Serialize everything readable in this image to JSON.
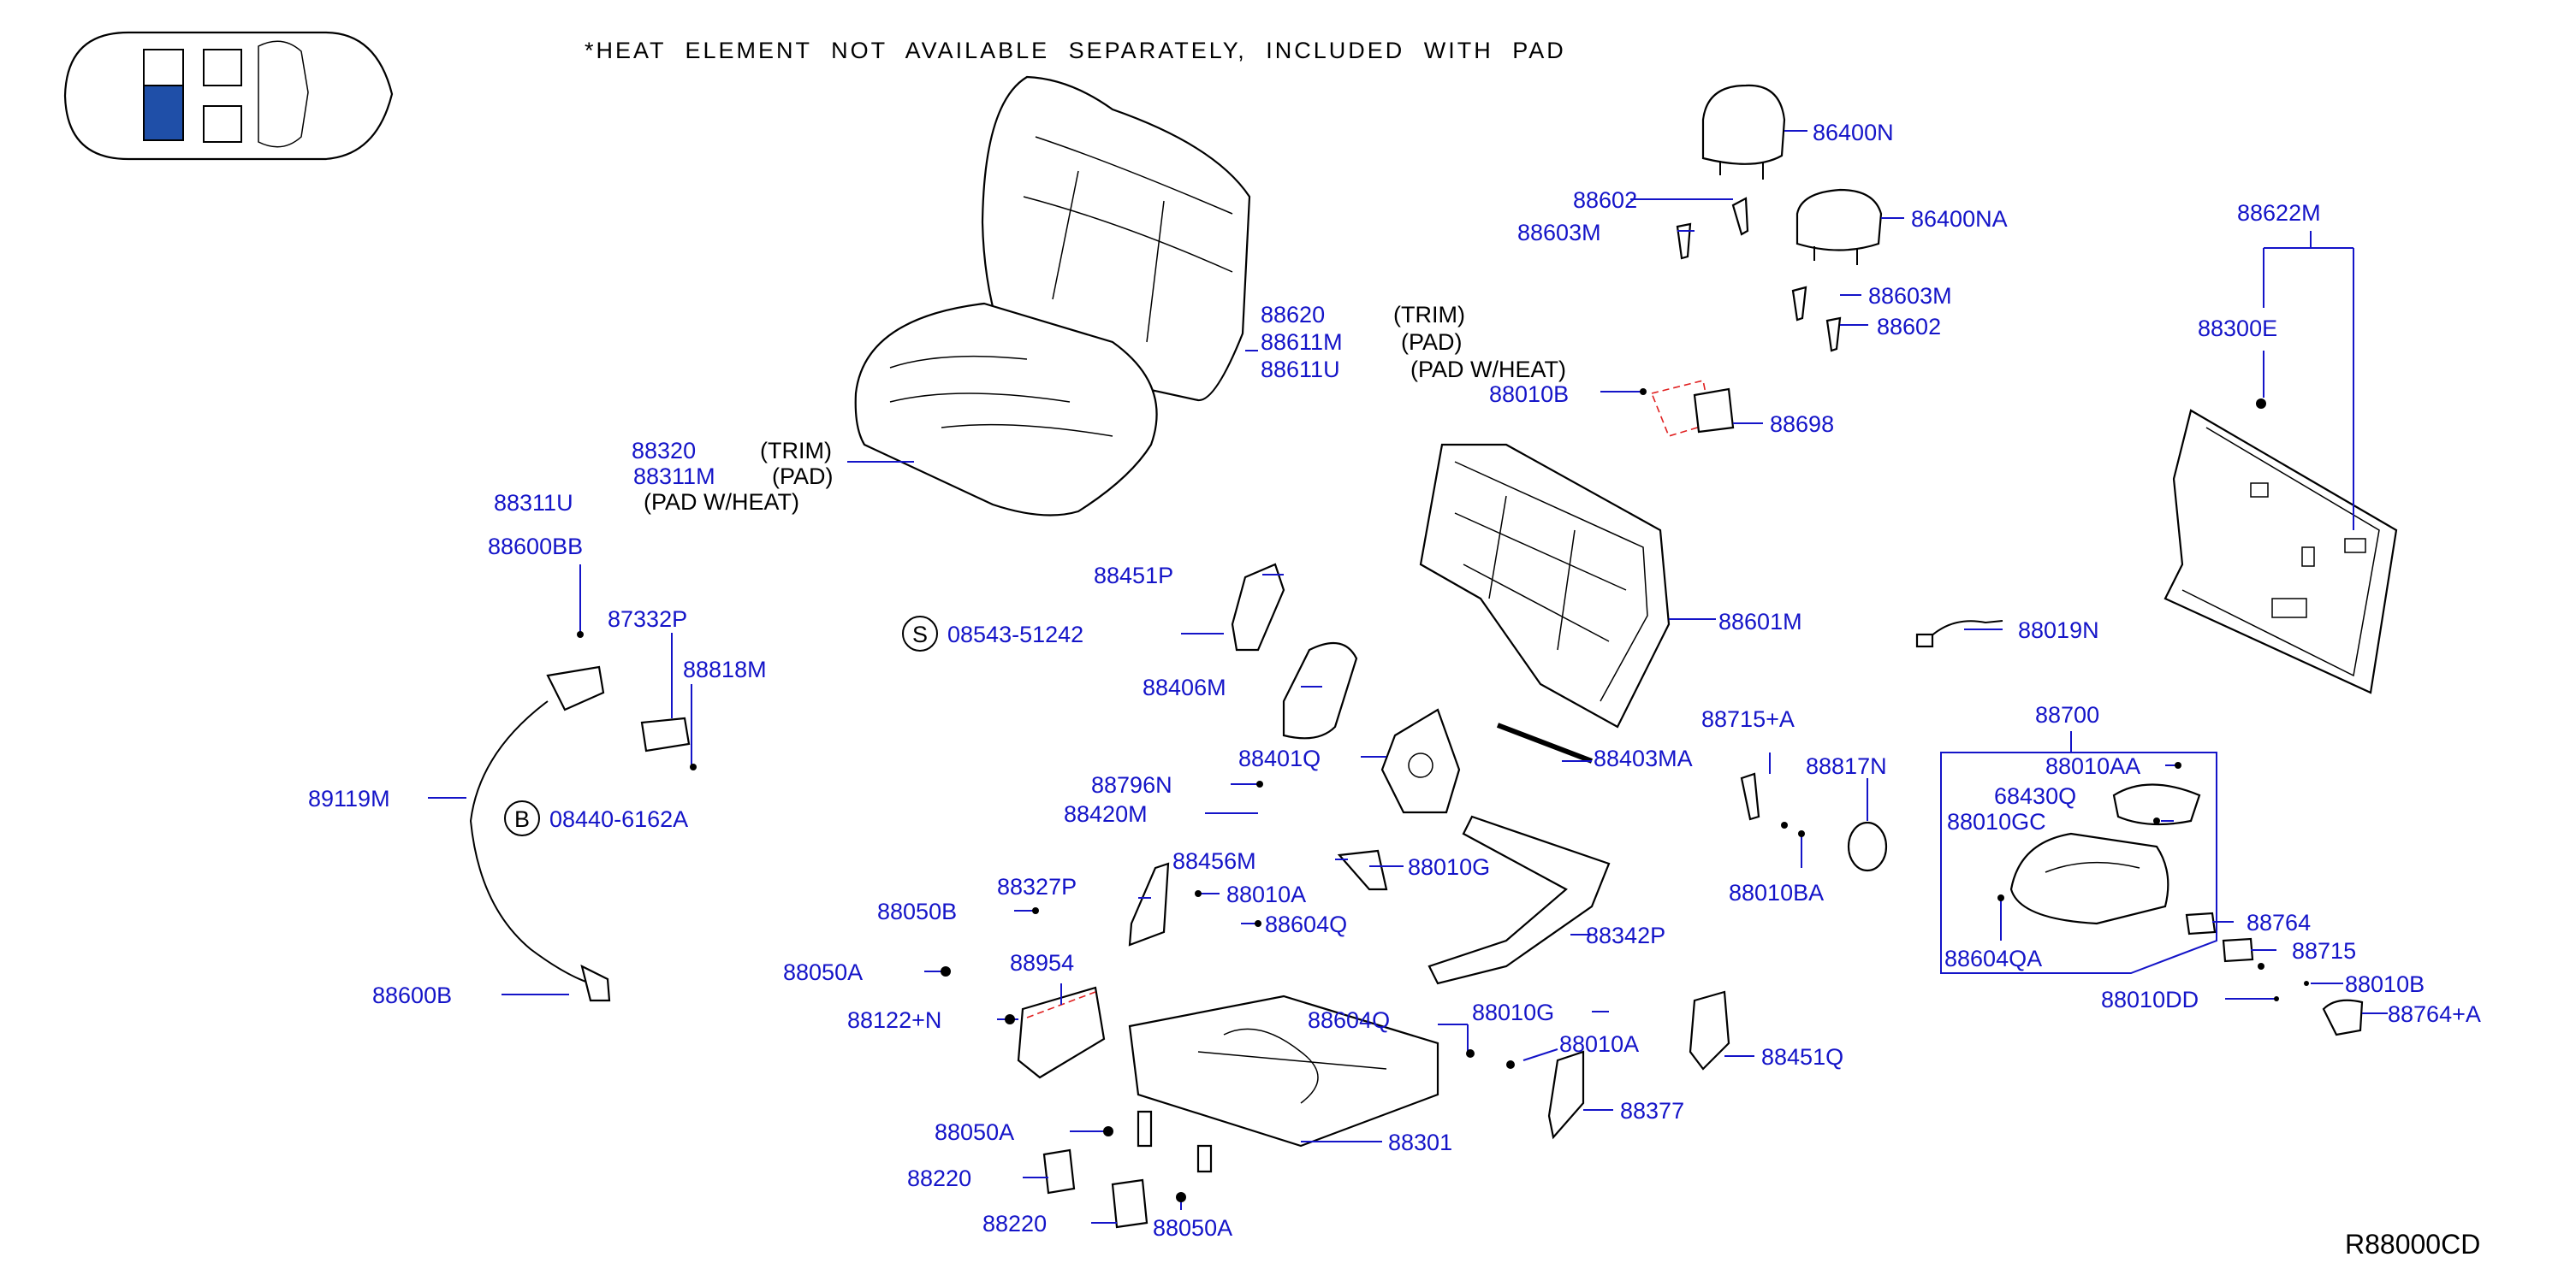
{
  "note": "*HEAT   ELEMENT   NOT   AVAILABLE   SEPARATELY,   INCLUDED   WITH   PAD",
  "diagram_code": "R88000CD",
  "colors": {
    "part_number": "#1414c8",
    "locator_highlight": "#1f4fa8",
    "linework": "#000000",
    "heat_element_dash": "#e02020"
  },
  "locator": {
    "icon": "car-top-view-icon",
    "highlighted_seat": "rear-left"
  },
  "callouts": {
    "c86400N": "86400N",
    "c88602a": "88602",
    "c88603Ma": "88603M",
    "c86400NA": "86400NA",
    "c88603Mb": "88603M",
    "c88602b": "88602",
    "c88622M": "88622M",
    "c88300E": "88300E",
    "c88620": "88620",
    "c88611M": "88611M",
    "c88611U": "88611U",
    "c88010B": "88010B",
    "c88698": "88698",
    "c88320": "88320",
    "c88311M": "88311M",
    "c88311U": "88311U",
    "c88600BB": "88600BB",
    "c87332P": "87332P",
    "c88818M": "88818M",
    "c89119M": "89119M",
    "c08440": "08440-6162A",
    "c88451P": "88451P",
    "c08543": "08543-51242",
    "c88406M": "88406M",
    "c88601M": "88601M",
    "c88019N": "88019N",
    "c88401Q": "88401Q",
    "c88403MA": "88403MA",
    "c88715A": "88715+A",
    "c88817N": "88817N",
    "c88700": "88700",
    "c88010AA": "88010AA",
    "c68430Q": "68430Q",
    "c88010GC": "88010GC",
    "c88796N": "88796N",
    "c88420M": "88420M",
    "c88456M": "88456M",
    "c88010Ga": "88010G",
    "c88327P": "88327P",
    "c88010Aa": "88010A",
    "c88050Ba": "88050B",
    "c88604Qa": "88604Q",
    "c88342P": "88342P",
    "c88010BA": "88010BA",
    "c88604QA": "88604QA",
    "c88764": "88764",
    "c88715": "88715",
    "c88050Aa": "88050A",
    "c88954": "88954",
    "c88600B": "88600B",
    "c88122N": "88122+N",
    "c88604Qb": "88604Q",
    "c88010Gb": "88010G",
    "c88010Ab": "88010A",
    "c88451Q": "88451Q",
    "c88010DD": "88010DD",
    "c88010Bb": "88010B",
    "c88764A": "88764+A",
    "c88377": "88377",
    "c88050Ab": "88050A",
    "c88301": "88301",
    "c88220a": "88220",
    "c88220b": "88220",
    "c88050Ac": "88050A"
  },
  "labels": {
    "trim1": "(TRIM)",
    "pad1": "(PAD)",
    "padheat1": "(PAD   W/HEAT)",
    "trim2": "(TRIM)",
    "pad2": "(PAD)",
    "padheat2": "(PAD   W/HEAT)",
    "circleS": "S",
    "circleB": "B"
  }
}
